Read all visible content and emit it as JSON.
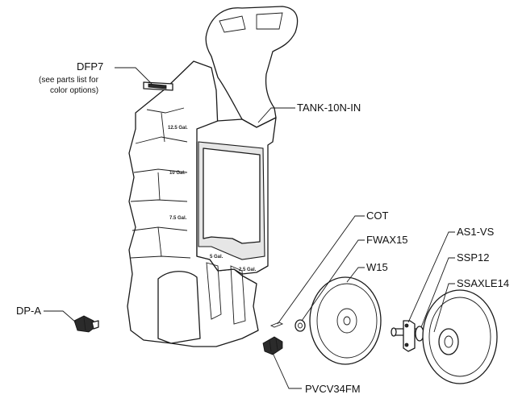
{
  "diagram": {
    "labels": {
      "dfp7": "DFP7",
      "dfp7_note_1": "(see parts list for",
      "dfp7_note_2": "color options)",
      "tank": "TANK-10N-IN",
      "cot": "COT",
      "fwax15": "FWAX15",
      "w15": "W15",
      "as1vs": "AS1-VS",
      "ssp12": "SSP12",
      "ssaxle14": "SSAXLE14",
      "dpa": "DP-A",
      "pvcv34fm": "PVCV34FM"
    },
    "gauge_marks": [
      "12.5 Gal.",
      "10 Gal.",
      "7.5 Gal.",
      "5 Gal.",
      "2.5 Gal."
    ]
  }
}
